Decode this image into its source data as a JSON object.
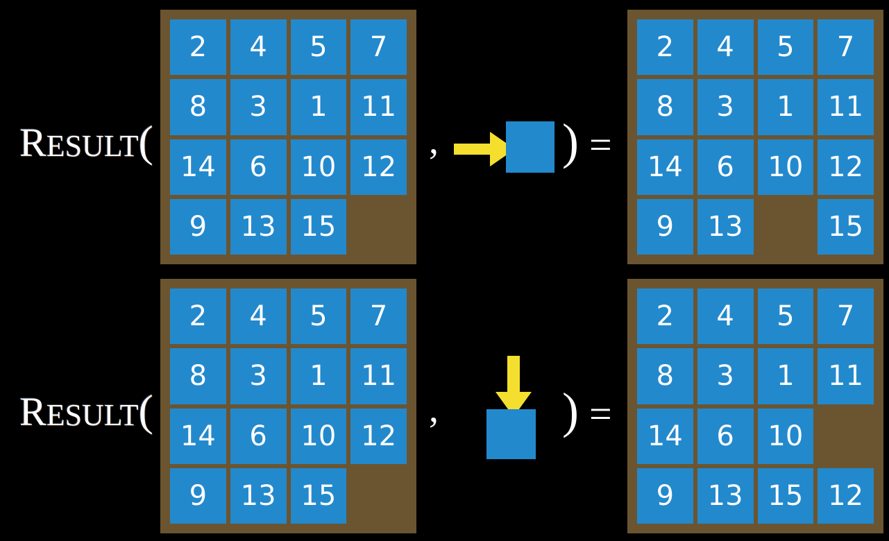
{
  "page": {
    "title": "Result of moving a tile in a 15-puzzle",
    "background_color": "#000000",
    "board_frame_color": "#6b5530",
    "tile_color": "#2389cd",
    "tile_text_color": "#ffffff",
    "arrow_color": "#F5DF2E",
    "glyph_color": "#ffffff"
  },
  "symbols": {
    "result_first_letter": "R",
    "result_rest": "ESULT",
    "open_paren": "(",
    "comma": ",",
    "close_paren": ")",
    "equals": "="
  },
  "rows": [
    {
      "id": "row-1",
      "label": "RESULT(",
      "input_board": {
        "name": "input-board-row-1",
        "rows": 4,
        "columns": 4,
        "cells": [
          [
            "2",
            "4",
            "5",
            "7"
          ],
          [
            "8",
            "3",
            "1",
            "11"
          ],
          [
            "14",
            "6",
            "10",
            "12"
          ],
          [
            "9",
            "13",
            "15",
            ""
          ]
        ]
      },
      "operand": {
        "name": "move-right-operand",
        "arrow_direction": "right",
        "arrow_label": "right-arrow-icon",
        "square_label": "blank-tile-square"
      },
      "output_board": {
        "name": "output-board-row-1",
        "rows": 4,
        "columns": 4,
        "cells": [
          [
            "2",
            "4",
            "5",
            "7"
          ],
          [
            "8",
            "3",
            "1",
            "11"
          ],
          [
            "14",
            "6",
            "10",
            "12"
          ],
          [
            "9",
            "13",
            "",
            "15"
          ]
        ]
      }
    },
    {
      "id": "row-2",
      "label": "RESULT(",
      "input_board": {
        "name": "input-board-row-2",
        "rows": 4,
        "columns": 4,
        "cells": [
          [
            "2",
            "4",
            "5",
            "7"
          ],
          [
            "8",
            "3",
            "1",
            "11"
          ],
          [
            "14",
            "6",
            "10",
            "12"
          ],
          [
            "9",
            "13",
            "15",
            ""
          ]
        ]
      },
      "operand": {
        "name": "move-down-operand",
        "arrow_direction": "down",
        "arrow_label": "down-arrow-icon",
        "square_label": "blank-tile-square"
      },
      "output_board": {
        "name": "output-board-row-2",
        "rows": 4,
        "columns": 4,
        "cells": [
          [
            "2",
            "4",
            "5",
            "7"
          ],
          [
            "8",
            "3",
            "1",
            "11"
          ],
          [
            "14",
            "6",
            "10",
            ""
          ],
          [
            "9",
            "13",
            "15",
            "12"
          ]
        ]
      }
    }
  ]
}
